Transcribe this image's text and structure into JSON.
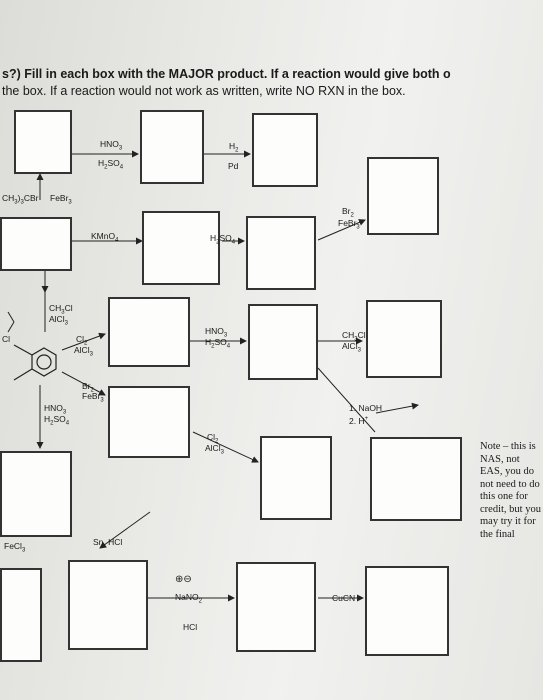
{
  "instructions": {
    "line1": "s?) Fill in each box with the MAJOR product. If a reaction would give both o",
    "line2": "the box.  If a reaction would not work as written, write NO RXN in the box."
  },
  "reagents": {
    "hno3": "HNO3",
    "h2so4": "H2SO4",
    "h2": "H2",
    "pd": "Pd",
    "tbucl": "(CH3)3CBr",
    "febr3": "FeBr3",
    "br2": "Br2",
    "kmno4": "KMnO4",
    "mecl": "CH3Cl",
    "alcl3": "AlCl3",
    "cl2": "Cl2",
    "naoh": "1. NaOH",
    "hplus": "2. H+",
    "fecl3": "FeCl3",
    "sn_hcl": "Sn, HCl",
    "nano2": "NaNO2",
    "hcl": "HCl",
    "cucn": "CuCN",
    "charges": "+ −"
  },
  "note": "Note – this is NAS, not EAS, you do not need to do this one for credit, but you may try it for the final"
}
